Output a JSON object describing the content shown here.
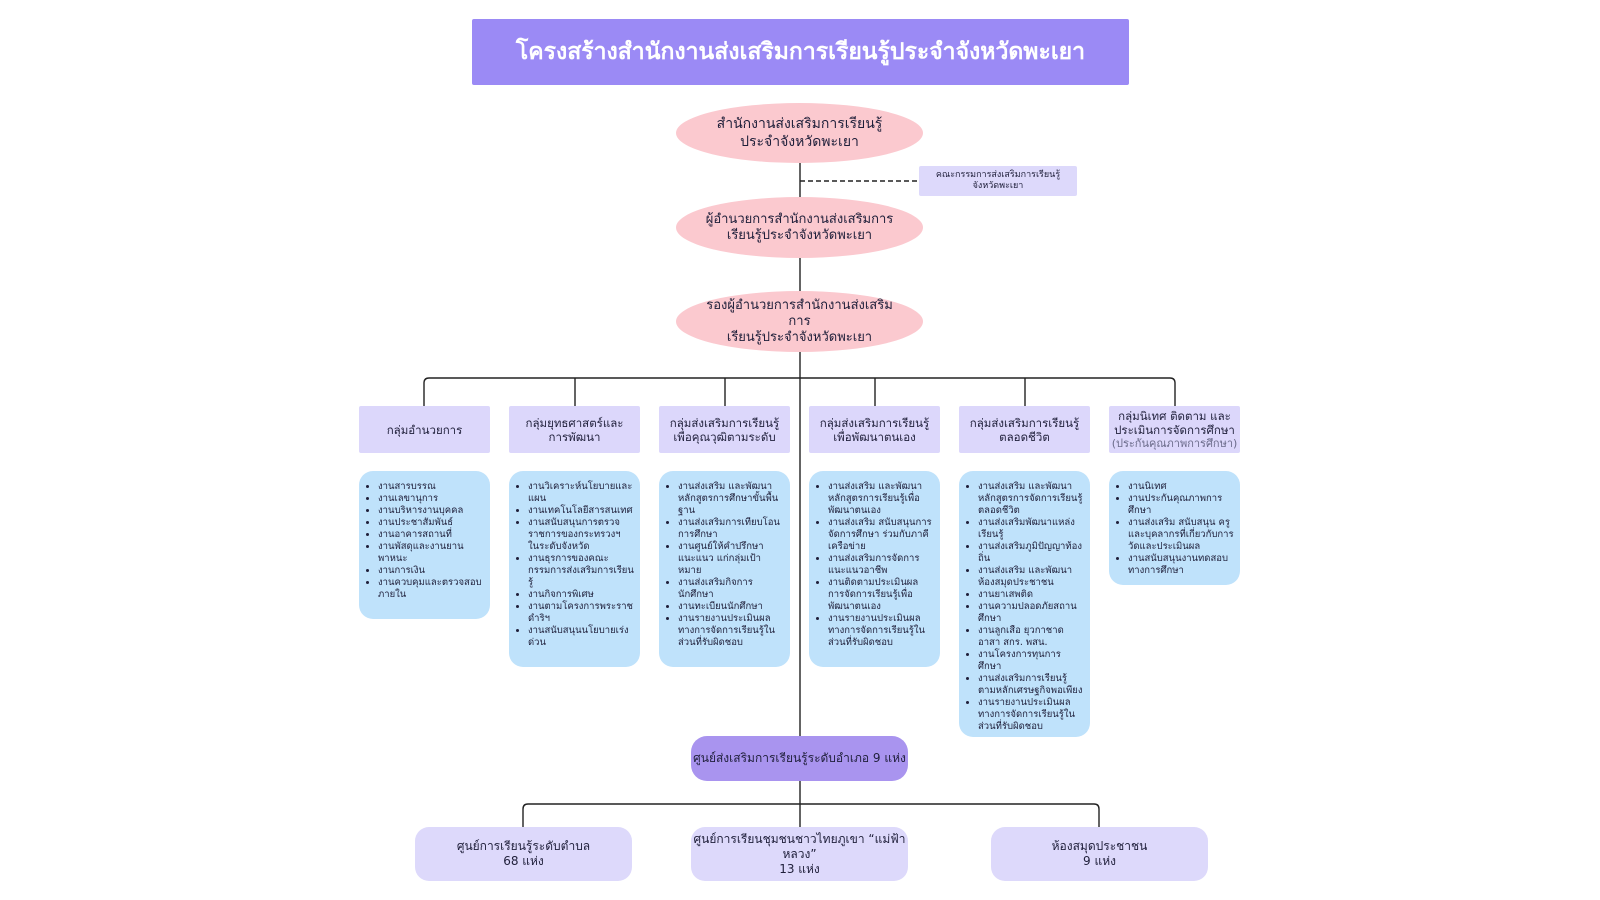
{
  "title": "โครงสร้างสำนักงานส่งเสริมการเรียนรู้ประจำจังหวัดพะเยา",
  "nodes": {
    "office": "สำนักงานส่งเสริมการเรียนรู้\nประจำจังหวัดพะเยา",
    "committee": "คณะกรรมการส่งเสริมการเรียนรู้\nจังหวัดพะเยา",
    "director": "ผู้อำนวยการสำนักงานส่งเสริมการ\nเรียนรู้ประจำจังหวัดพะเยา",
    "deputy": "รองผู้อำนวยการสำนักงานส่งเสริมการ\nเรียนรู้ประจำจังหวัดพะเยา"
  },
  "groups": [
    {
      "name": "กลุ่มอำนวยการ",
      "sub": "",
      "tasks": [
        "งานสารบรรณ",
        "งานเลขานุการ",
        "งานบริหารงานบุคคล",
        "งานประชาสัมพันธ์",
        "งานอาคารสถานที่",
        "งานพัสดุและงานยานพาหนะ",
        "งานการเงิน",
        "งานควบคุมและตรวจสอบภายใน"
      ]
    },
    {
      "name": "กลุ่มยุทธศาสตร์และ\nการพัฒนา",
      "sub": "",
      "tasks": [
        "งานวิเคราะห์นโยบายและแผน",
        "งานเทคโนโลยีสารสนเทศ",
        "งานสนับสนุนการตรวจราชการของกระทรวงฯ ในระดับจังหวัด",
        "งานธุรการของคณะกรรมการส่งเสริมการเรียนรู้",
        "งานกิจการพิเศษ",
        "งานตามโครงการพระราชดำริฯ",
        "งานสนับสนุนนโยบายเร่งด่วน"
      ]
    },
    {
      "name": "กลุ่มส่งเสริมการเรียนรู้\nเพื่อคุณวุฒิตามระดับ",
      "sub": "",
      "tasks": [
        "งานส่งเสริม และพัฒนาหลักสูตรการศึกษาขั้นพื้นฐาน",
        "งานส่งเสริมการเทียบโอนการศึกษา",
        "งานศูนย์ให้คำปรึกษาแนะแนว แก่กลุ่มเป้าหมาย",
        "งานส่งเสริมกิจการนักศึกษา",
        "งานทะเบียนนักศึกษา",
        "งานรายงานประเมินผลทางการจัดการเรียนรู้ในส่วนที่รับผิดชอบ"
      ]
    },
    {
      "name": "กลุ่มส่งเสริมการเรียนรู้\nเพื่อพัฒนาตนเอง",
      "sub": "",
      "tasks": [
        "งานส่งเสริม และพัฒนาหลักสูตรการเรียนรู้เพื่อพัฒนาตนเอง",
        "งานส่งเสริม สนับสนุนการจัดการศึกษา ร่วมกับภาคีเครือข่าย",
        "งานส่งเสริมการจัดการแนะแนวอาชีพ",
        "งานติดตามประเมินผล การจัดการเรียนรู้เพื่อพัฒนาตนเอง",
        "งานรายงานประเมินผลทางการจัดการเรียนรู้ในส่วนที่รับผิดชอบ"
      ]
    },
    {
      "name": "กลุ่มส่งเสริมการเรียนรู้\nตลอดชีวิต",
      "sub": "",
      "tasks": [
        "งานส่งเสริม และพัฒนาหลักสูตรการจัดการเรียนรู้ตลอดชีวิต",
        "งานส่งเสริมพัฒนาแหล่งเรียนรู้",
        "งานส่งเสริมภูมิปัญญาท้องถิ่น",
        "งานส่งเสริม และพัฒนาห้องสมุดประชาชน",
        "งานยาเสพติด",
        "งานความปลอดภัยสถานศึกษา",
        "งานลูกเสือ ยุวกาชาด อาสา สกร. พสน.",
        "งานโครงการทุนการศึกษา",
        "งานส่งเสริมการเรียนรู้ตามหลักเศรษฐกิจพอเพียง",
        "งานรายงานประเมินผลทางการจัดการเรียนรู้ในส่วนที่รับผิดชอบ"
      ]
    },
    {
      "name": "กลุ่มนิเทศ ติดตาม และ\nประเมินการจัดการศึกษา",
      "sub": "(ประกันคุณภาพการศึกษา)",
      "tasks": [
        "งานนิเทศ",
        "งานประกันคุณภาพการศึกษา",
        "งานส่งเสริม สนับสนุน ครู และบุคลากรที่เกี่ยวกับการวัดและประเมินผล",
        "งานสนับสนุนงานทดสอบทางการศึกษา"
      ]
    }
  ],
  "district_center": "ศูนย์ส่งเสริมการเรียนรู้ระดับอำเภอ 9 แห่ง",
  "bottom": [
    {
      "name": "ศูนย์การเรียนรู้ระดับตำบล",
      "count": "68 แห่ง"
    },
    {
      "name": "ศูนย์การเรียนชุมชนชาวไทยภูเขา “แม่ฟ้าหลวง”",
      "count": "13 แห่ง"
    },
    {
      "name": "ห้องสมุดประชาชน",
      "count": "9 แห่ง"
    }
  ],
  "colors": {
    "title_bg": "#9b8af5",
    "ellipse": "#fbc9cf",
    "group_header": "#dcd7fb",
    "task_card": "#bfe2fb",
    "district": "#a994ef",
    "bottom": "#ddd9fb"
  }
}
